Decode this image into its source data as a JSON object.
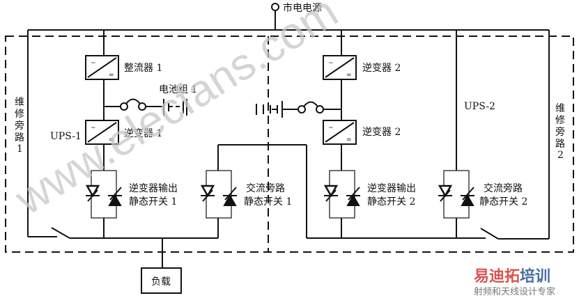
{
  "mains_label": "市电电源",
  "ups1": {
    "name": "UPS-1",
    "rectifier": "整流器 1",
    "battery": "电池组 1",
    "inverter": "逆变器 1",
    "inverter_switch": [
      "逆变器输出",
      "静态开关 1"
    ],
    "bypass_switch": [
      "交流旁路",
      "静态开关 1"
    ],
    "maintenance_bypass": [
      "维",
      "修",
      "旁",
      "路",
      "1"
    ]
  },
  "ups2": {
    "name": "UPS-2",
    "rectifier": "逆变器 2",
    "inverter": "逆变器 2",
    "inverter_switch": [
      "逆变器输出",
      "静态开关 2"
    ],
    "bypass_switch": [
      "交流旁路",
      "静态开关 2"
    ],
    "maintenance_bypass": [
      "维",
      "修",
      "旁",
      "路",
      "2"
    ]
  },
  "load_label": "负载",
  "converter_symbols": {
    "ac": "~",
    "dc": "="
  },
  "watermark": "www.elecfans.com",
  "logo": {
    "part1": "易迪拓",
    "part2": "培训",
    "tagline": "射频和天线设计专家",
    "colors": {
      "part1": "#d9534f",
      "part2": "#4a6fa5"
    }
  }
}
